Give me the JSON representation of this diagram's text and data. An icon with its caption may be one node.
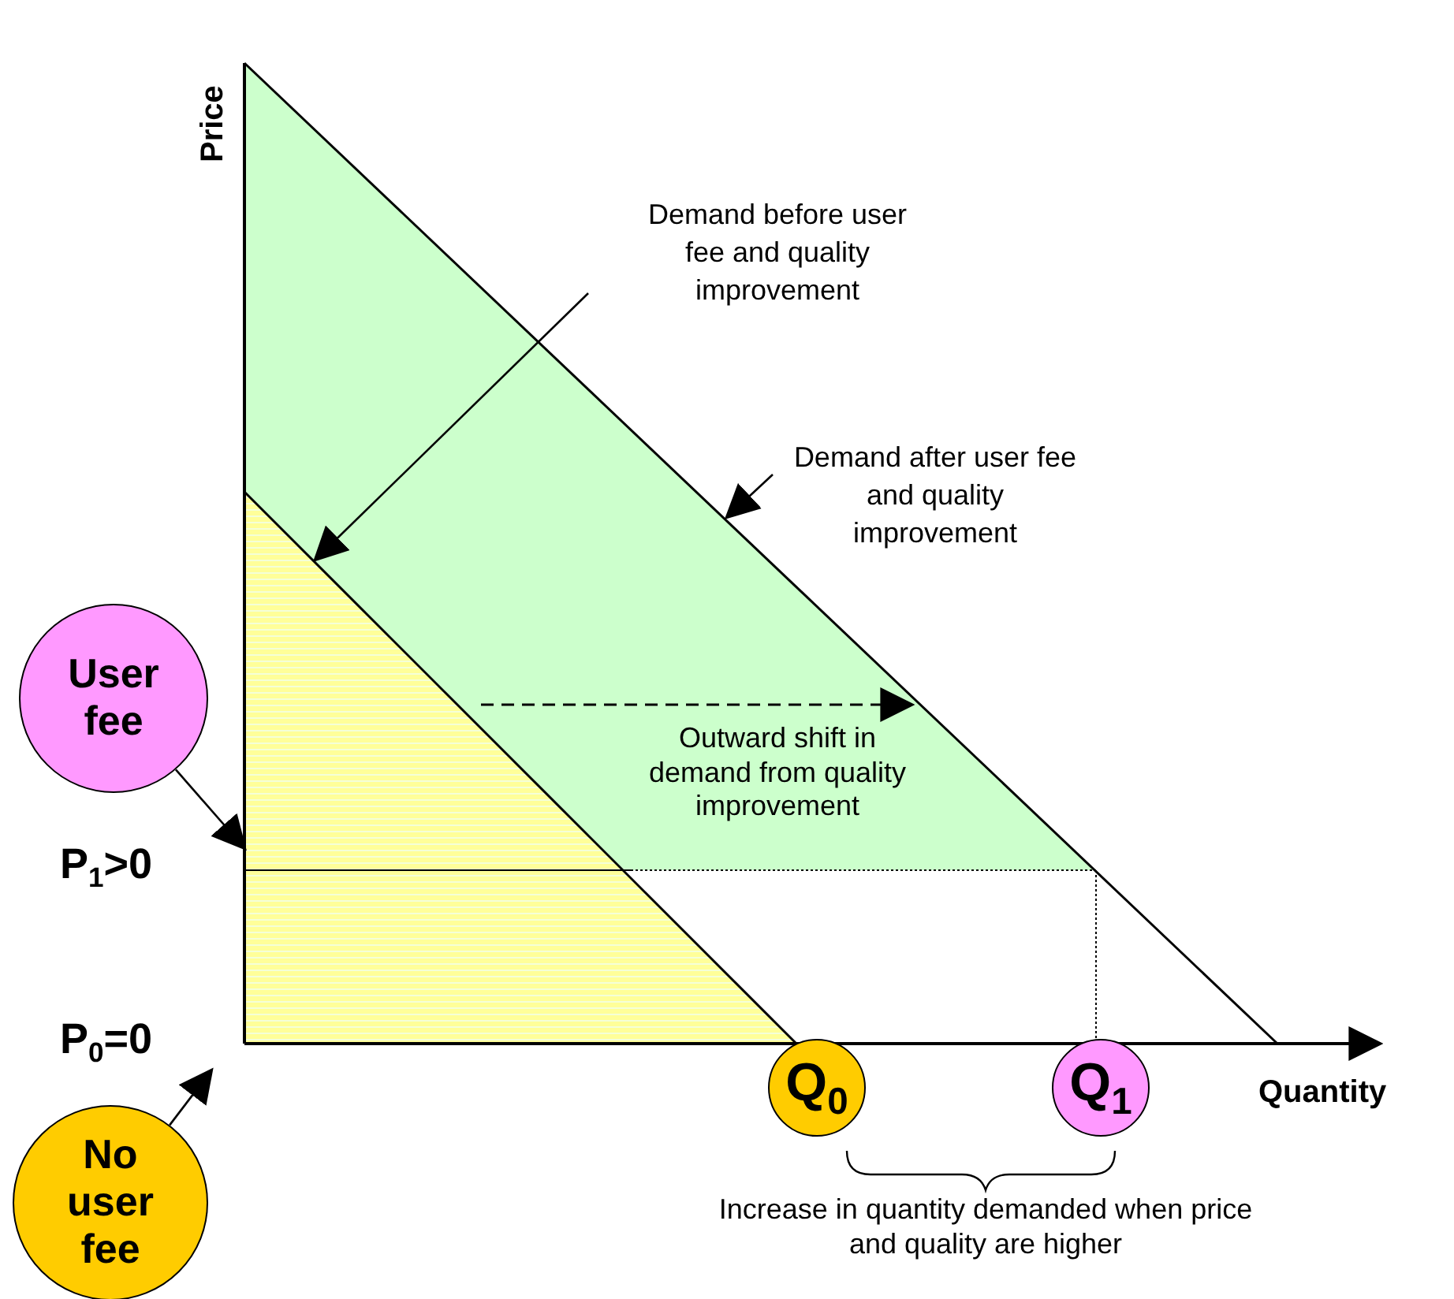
{
  "diagram": {
    "nodes": [
      {
        "text": [
          "Demand before user fee and quality improvement"
        ]
      },
      {
        "text": [
          "Demand after user fee and quality improvement"
        ]
      },
      {
        "text": [
          "User fee"
        ]
      },
      {
        "text": [
          "No user fee"
        ]
      },
      {
        "text": [
          "Q$_{0}$"
        ]
      },
      {
        "text": [
          "Q$_{1}$"
        ]
      }
    ],
    "edges": [
      {
        "from": 0,
        "to": null,
        "arrow": "to"
      },
      {
        "from": 1,
        "to": null,
        "arrow": "to"
      },
      {
        "from": 2,
        "to": null,
        "arrow": "to"
      },
      {
        "from": 3,
        "to": null,
        "arrow": "to"
      }
    ],
    "labels": [
      "Price",
      "P$_{1}$>0",
      "P$_{0}$=0",
      "Outward shift in demand from quality improvement",
      "Quantity",
      "Increase in quantity demanded when price and quality are higher"
    ]
  }
}
